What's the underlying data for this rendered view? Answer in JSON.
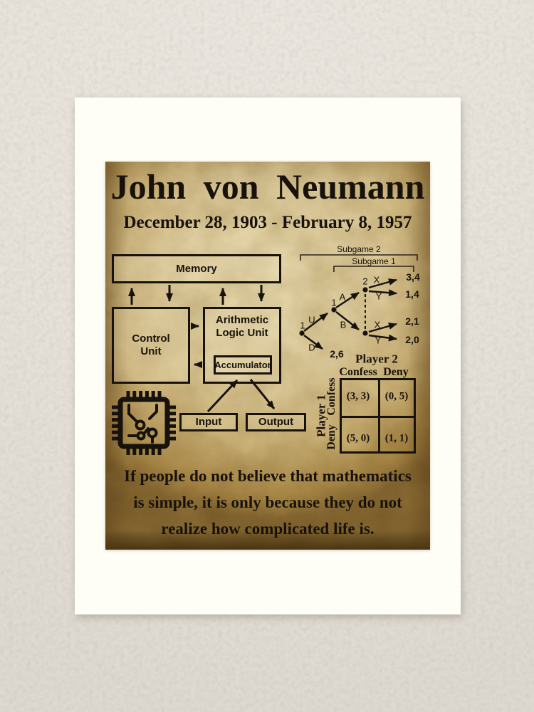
{
  "poster": {
    "title": "John von Neumann",
    "dates": "December 28, 1903 - February 8, 1957",
    "quote": [
      "If people do not believe that mathematics",
      "is simple, it is only because they do not",
      "realize how complicated life is."
    ]
  },
  "architecture": {
    "memory": "Memory",
    "control_unit": "Control Unit",
    "alu": "Arithmetic Logic Unit",
    "accumulator": "Accumulator",
    "input": "Input",
    "output": "Output"
  },
  "game_tree": {
    "subgame2": "Subgame 2",
    "subgame1": "Subgame 1",
    "node_root": "1",
    "node_mid": "1",
    "node_upper": "2",
    "edge_u": "U",
    "edge_d": "D",
    "edge_a": "A",
    "edge_b": "B",
    "edge_x": "X",
    "edge_y": "Y",
    "payoff_top_x": "3,4",
    "payoff_top_y": "1,4",
    "payoff_bot_x": "2,1",
    "payoff_bot_y": "2,0",
    "payoff_d": "2,6"
  },
  "payoff_matrix": {
    "player2": "Player 2",
    "player1": "Player 1",
    "col_confess": "Confess",
    "col_deny": "Deny",
    "row_confess": "Confess",
    "row_deny": "Deny",
    "cell_cc": "(3, 3)",
    "cell_cd": "(0, 5)",
    "cell_dc": "(5, 0)",
    "cell_dd": "(1, 1)"
  },
  "colors": {
    "ink": "#17120c",
    "parchment_light": "#efe3ba",
    "parchment_dark": "#8d6f37",
    "mat": "#fffef6",
    "wall": "#e6e1d9"
  }
}
